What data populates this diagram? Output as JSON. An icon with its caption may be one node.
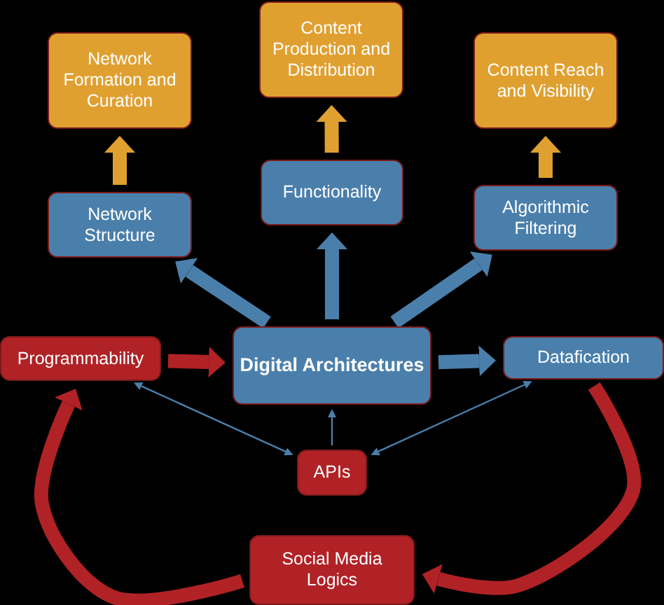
{
  "diagram": {
    "nodes": [
      {
        "text": [
          "Network Formation and Curation"
        ]
      },
      {
        "text": [
          "Content Production and Distribution"
        ]
      },
      {
        "text": [
          "Content Reach and Visibility"
        ]
      },
      {
        "text": [
          "Network Structure"
        ]
      },
      {
        "text": [
          "Functionality"
        ]
      },
      {
        "text": [
          "Algorithmic Filtering"
        ]
      },
      {
        "text": [
          "Programmability"
        ]
      },
      {
        "text": [
          "Digital Architectures"
        ]
      },
      {
        "text": [
          "Datafication"
        ]
      },
      {
        "text": [
          "APIs"
        ]
      },
      {
        "text": [
          "Social Media Logics"
        ]
      }
    ],
    "edges": [
      {
        "from": 3,
        "to": 0,
        "arrow": "to",
        "color": "#e0a030"
      },
      {
        "from": 4,
        "to": 1,
        "arrow": "to",
        "color": "#e0a030"
      },
      {
        "from": 5,
        "to": 2,
        "arrow": "to",
        "color": "#e0a030"
      },
      {
        "from": 7,
        "to": 3,
        "arrow": "to",
        "color": "#4a7fab"
      },
      {
        "from": 7,
        "to": 4,
        "arrow": "to",
        "color": "#4a7fab"
      },
      {
        "from": 7,
        "to": 5,
        "arrow": "to",
        "color": "#4a7fab"
      },
      {
        "from": 6,
        "to": 7,
        "arrow": "to",
        "color": "#b02226"
      },
      {
        "from": 7,
        "to": 8,
        "arrow": "to",
        "color": "#4a7fab"
      },
      {
        "from": 9,
        "to": 7,
        "arrow": "to",
        "color": "#4a7fab"
      },
      {
        "from": 9,
        "to": 6,
        "arrow": "both",
        "color": "#4a7fab"
      },
      {
        "from": 9,
        "to": 8,
        "arrow": "both",
        "color": "#4a7fab"
      },
      {
        "from": 8,
        "to": 10,
        "arrow": "to",
        "color": "#b02226"
      },
      {
        "from": 10,
        "to": 6,
        "arrow": "to",
        "color": "#b02226"
      }
    ]
  }
}
